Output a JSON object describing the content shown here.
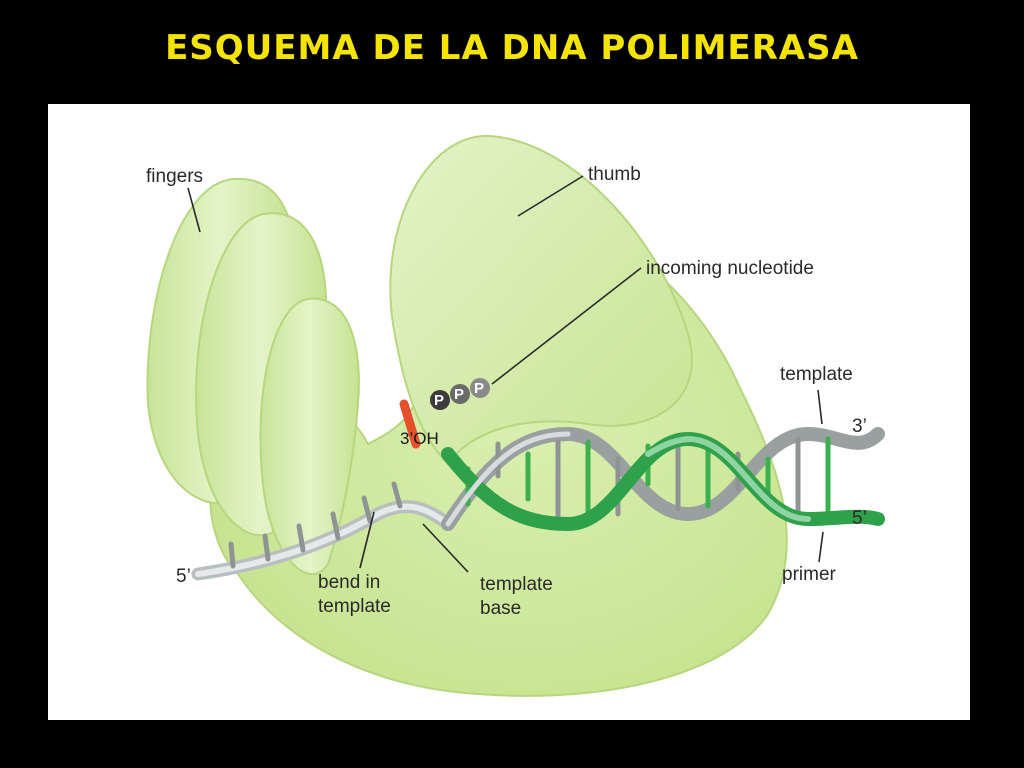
{
  "title": "ESQUEMA DE LA DNA POLIMERASA",
  "labels": {
    "fingers": "fingers",
    "thumb": "thumb",
    "incoming_nucleotide": "incoming nucleotide",
    "template_top": "template",
    "three_prime_top": "3’",
    "five_prime_right": "5’",
    "primer": "primer",
    "five_prime_left": "5’",
    "bend_line1": "bend in",
    "bend_line2": "template",
    "template_base_line1": "template",
    "template_base_line2": "base",
    "oh": "3’OH",
    "phosphate": "P"
  },
  "colors": {
    "background": "#000000",
    "title": "#f5e400",
    "enzyme": "#cde89a",
    "enzyme_dark": "#b5d87a",
    "template_strand": "#9aa0a0",
    "primer_strand": "#2fa14a",
    "primer_light": "#8fd4a2",
    "primer_terminus": "#e5502a",
    "phosphate": "#3c3c3c"
  }
}
